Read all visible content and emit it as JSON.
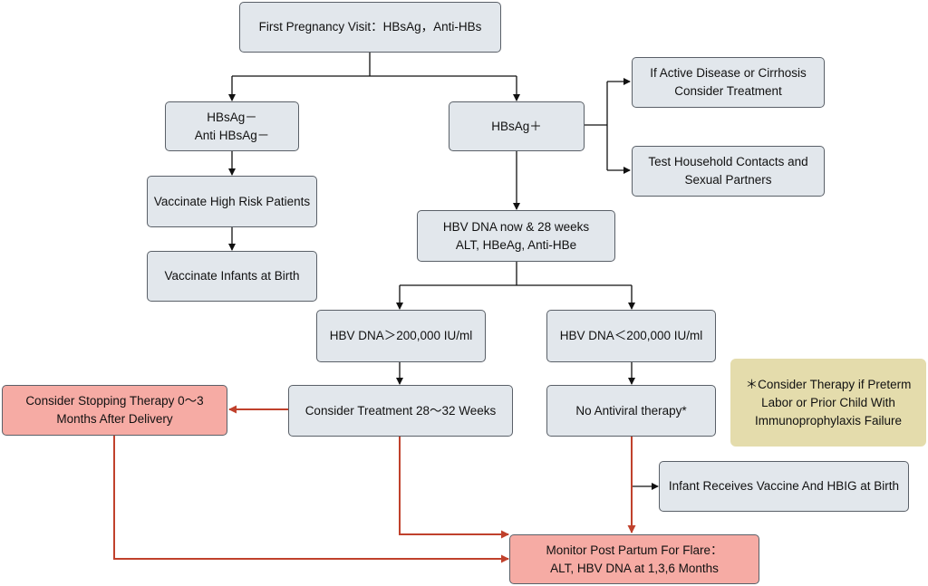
{
  "nodes": {
    "first_visit": [
      "First Pregnancy Visit：HBsAg，Anti-HBs"
    ],
    "hbsag_neg": [
      "HBsAg－",
      "Anti HBsAg－"
    ],
    "hbsag_pos": [
      "HBsAg＋"
    ],
    "active_disease": [
      "If Active Disease or Cirrhosis",
      "Consider Treatment"
    ],
    "test_household": [
      "Test Household Contacts and",
      "Sexual Partners"
    ],
    "vaccinate_high_risk": [
      "Vaccinate High Risk Patients"
    ],
    "vaccinate_infants": [
      "Vaccinate Infants at Birth"
    ],
    "hbv_dna_tests": [
      "HBV DNA now & 28 weeks",
      "ALT, HBeAg, Anti-HBe"
    ],
    "dna_high": [
      "HBV DNA＞200,000 IU/ml"
    ],
    "dna_low": [
      "HBV DNA＜200,000 IU/ml"
    ],
    "consider_stopping": [
      "Consider Stopping Therapy 0～3",
      "Months After Delivery"
    ],
    "consider_treatment": [
      "Consider Treatment 28～32 Weeks"
    ],
    "no_antiviral": [
      "No Antiviral therapy*"
    ],
    "note": [
      "＊Consider Therapy if Preterm",
      "Labor or Prior Child With",
      "Immunoprophylaxis Failure"
    ],
    "infant_vaccine": [
      "Infant Receives Vaccine And HBIG at Birth"
    ],
    "monitor": [
      "Monitor Post Partum For Flare：",
      "ALT, HBV DNA at 1,3,6 Months"
    ]
  },
  "colors": {
    "box_fill": "#e2e7ec",
    "highlight_fill": "#f6aba4",
    "note_fill": "#e4dcac",
    "black_arrow": "#111111",
    "red_arrow": "#c0412c"
  }
}
